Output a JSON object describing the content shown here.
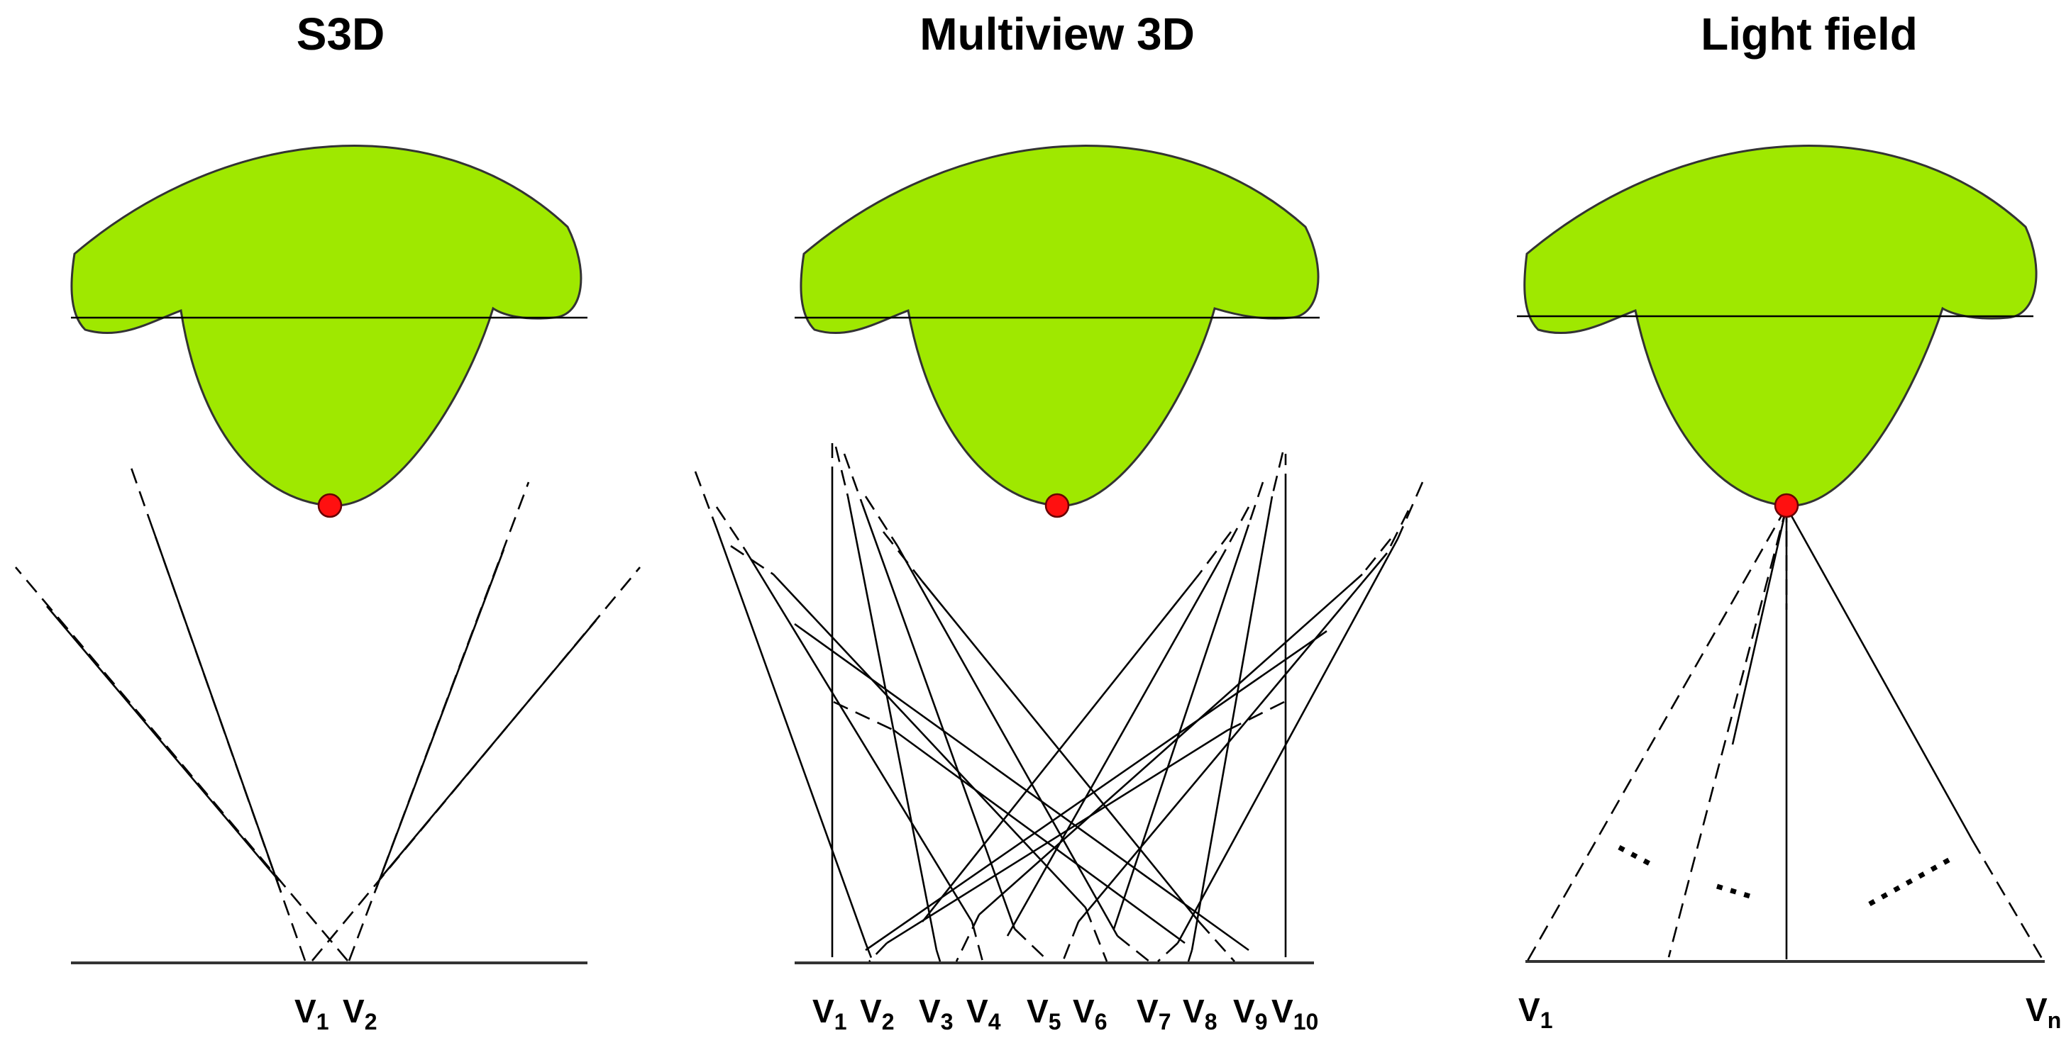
{
  "panels": [
    {
      "title": "S3D",
      "views": [
        {
          "main": "V",
          "sub": "1"
        },
        {
          "main": "V",
          "sub": "2"
        }
      ]
    },
    {
      "title": "Multiview 3D",
      "views": [
        {
          "main": "V",
          "sub": "1"
        },
        {
          "main": "V",
          "sub": "2"
        },
        {
          "main": "V",
          "sub": "3"
        },
        {
          "main": "V",
          "sub": "4"
        },
        {
          "main": "V",
          "sub": "5"
        },
        {
          "main": "V",
          "sub": "6"
        },
        {
          "main": "V",
          "sub": "7"
        },
        {
          "main": "V",
          "sub": "8"
        },
        {
          "main": "V",
          "sub": "9"
        },
        {
          "main": "V",
          "sub": "10"
        }
      ]
    },
    {
      "title": "Light field",
      "views": [
        {
          "main": "V",
          "sub": "1"
        },
        {
          "main": "V",
          "sub": "n"
        }
      ]
    }
  ],
  "colors": {
    "object_fill": "#9fe800",
    "point": "#ff1010"
  }
}
